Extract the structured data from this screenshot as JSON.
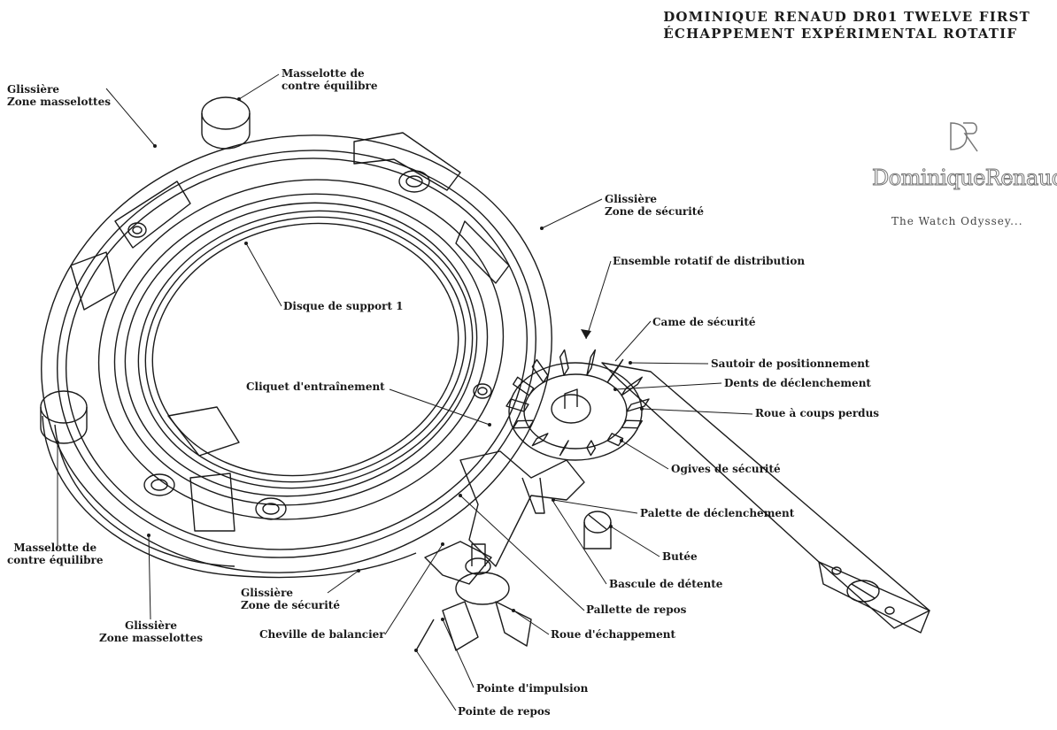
{
  "title": {
    "line1": "DOMINIQUE RENAUD DR01 TWELVE FIRST",
    "line2": "ÉCHAPPEMENT EXPÉRIMENTAL ROTATIF"
  },
  "logo": {
    "monogram": "DR",
    "name": "DominiqueRenaud",
    "tagline": "The Watch Odyssey..."
  },
  "labels": {
    "masselotte_top": {
      "line1": "Masselotte de",
      "line2": "contre équilibre"
    },
    "glissiere_tl": {
      "line1": "Glissière",
      "line2": "Zone masselottes"
    },
    "glissiere_tr": {
      "line1": "Glissière",
      "line2": "Zone de sécurité"
    },
    "ensemble": "Ensemble rotatif de distribution",
    "disque": "Disque de support 1",
    "came": "Came de sécurité",
    "sautoir": "Sautoir de positionnement",
    "dents": "Dents de déclenchement",
    "cliquet": "Cliquet d'entraînement",
    "roue_coups": "Roue à coups perdus",
    "ogives": "Ogives de sécurité",
    "palette_decl": "Palette de déclenchement",
    "masselotte_left": {
      "line1": "Masselotte de",
      "line2": "contre équilibre"
    },
    "butee": "Butée",
    "bascule": "Bascule de détente",
    "glissiere_bottom": {
      "line1": "Glissière",
      "line2": "Zone de sécurité"
    },
    "pallette_repos": "Pallette de repos",
    "glissiere_bl": {
      "line1": "Glissière",
      "line2": "Zone masselottes"
    },
    "cheville": "Cheville de balancier",
    "roue_echap": "Roue d'échappement",
    "pointe_impulsion": "Pointe d'impulsion",
    "pointe_repos": "Pointe de repos"
  }
}
